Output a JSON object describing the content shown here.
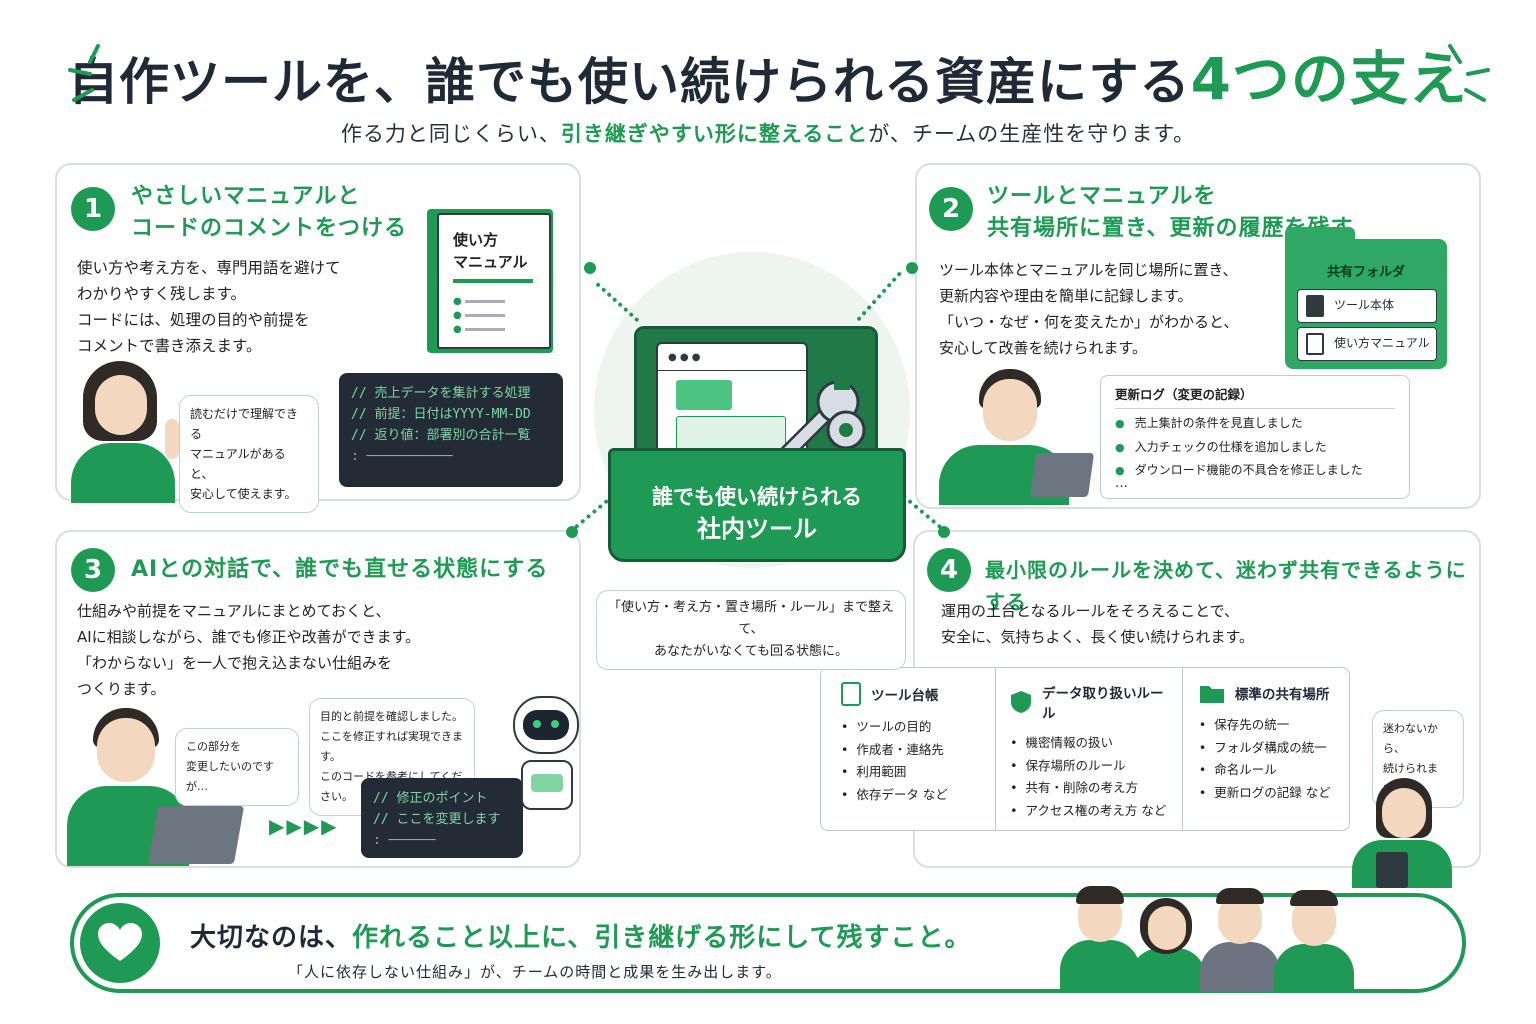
{
  "title": {
    "main": "自作ツールを、誰でも使い続けられる資産にする",
    "accent": "4つの支え"
  },
  "subtitle": {
    "pre": "作る力と同じくらい、",
    "accent": "引き継ぎやすい形に整えること",
    "post": "が、チームの生産性を守ります。"
  },
  "center": {
    "label_line1": "誰でも使い続けられる",
    "label_line2": "社内ツール",
    "note": "「使い方・考え方・置き場所・ルール」まで整えて、\nあなたがいなくても回る状態に。"
  },
  "p1": {
    "num": "1",
    "head1": "やさしいマニュアルと",
    "head2": "コードのコメントをつける",
    "body": "使い方や考え方を、専門用語を避けて\nわかりやすく残します。\nコードには、処理の目的や前提を\nコメントで書き添えます。",
    "manual_title": "使い方\nマニュアル",
    "bubble": "読むだけで理解できる\nマニュアルがあると、\n安心して使えます。",
    "code": [
      "// 売上データを集計する処理",
      "// 前提：日付はYYYY-MM-DD",
      "// 返り値：部署別の合計一覧"
    ]
  },
  "p2": {
    "num": "2",
    "head1": "ツールとマニュアルを",
    "head2": "共有場所に置き、更新の履歴を残す",
    "body": "ツール本体とマニュアルを同じ場所に置き、\n更新内容や理由を簡単に記録します。\n「いつ・なぜ・何を変えたか」がわかると、\n安心して改善を続けられます。",
    "folder_title": "共有フォルダ",
    "file1": "ツール本体",
    "file2": "使い方マニュアル",
    "log_title": "更新ログ（変更の記録）",
    "log_items": [
      "売上集計の条件を見直しました",
      "入力チェックの仕様を追加しました",
      "ダウンロード機能の不具合を修正しました"
    ],
    "log_more": "…"
  },
  "p3": {
    "num": "3",
    "head": "AIとの対話で、誰でも直せる状態にする",
    "body": "仕組みや前提をマニュアルにまとめておくと、\nAIに相談しながら、誰でも修正や改善ができます。\n「わからない」を一人で抱え込まない仕組みを\nつくります。",
    "bubble_user": "この部分を\n変更したいのですが…",
    "bubble_ai": "目的と前提を確認しました。\nここを修正すれば実現できます。\nこのコードを参考にしてください。",
    "code": [
      "// 修正のポイント",
      "// ここを変更します"
    ]
  },
  "p4": {
    "num": "4",
    "head": "最小限のルールを決めて、迷わず共有できるようにする",
    "body": "運用の土台となるルールをそろえることで、\n安全に、気持ちよく、長く使い続けられます。",
    "cards": [
      {
        "title": "ツール台帳",
        "icon": "clipboard-icon",
        "items": [
          "ツールの目的",
          "作成者・連絡先",
          "利用範囲",
          "依存データ など"
        ]
      },
      {
        "title": "データ取り扱いルール",
        "icon": "shield-icon",
        "items": [
          "機密情報の扱い",
          "保存場所のルール",
          "共有・削除の考え方",
          "アクセス権の考え方 など"
        ]
      },
      {
        "title": "標準の共有場所",
        "icon": "folder-icon",
        "items": [
          "保存先の統一",
          "フォルダ構成の統一",
          "命名ルール",
          "更新ログの記録 など"
        ]
      }
    ],
    "bubble": "迷わないから、\n続けられます。"
  },
  "footer": {
    "pre": "大切なのは、",
    "accent": "作れること以上に、引き継げる形にして残すこと。",
    "sub": "「人に依存しない仕組み」が、チームの時間と成果を生み出します。"
  }
}
